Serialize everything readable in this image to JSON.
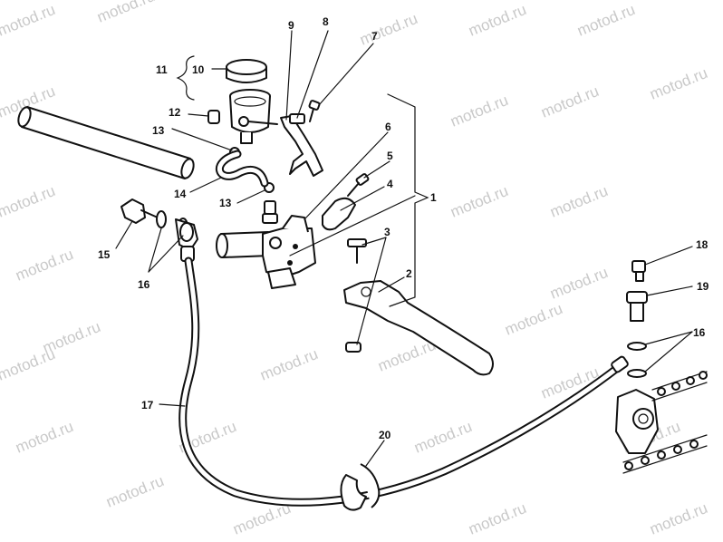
{
  "watermark": "motod.ru",
  "callouts": [
    "1",
    "2",
    "3",
    "4",
    "5",
    "6",
    "7",
    "8",
    "9",
    "10",
    "11",
    "12",
    "13",
    "13",
    "14",
    "15",
    "16",
    "16",
    "17",
    "18",
    "19",
    "20"
  ]
}
